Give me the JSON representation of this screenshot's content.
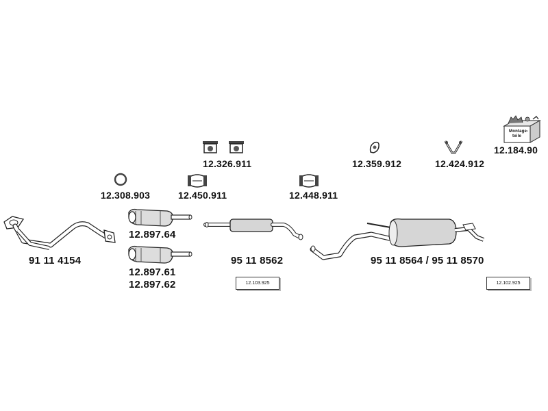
{
  "parts": {
    "front_pipe": "91 11 4154",
    "cat_a": "12.897.64",
    "cat_b": "12.897.61",
    "cat_c": "12.897.62",
    "middle_silencer": "95 11 8562",
    "rear_silencer": "95 11 8564 / 95 11 8570",
    "seal_ring": "12.308.903",
    "clamp_a": "12.450.911",
    "rubber_mounts": "12.326.911",
    "clamp_b": "12.448.911",
    "hanger": "12.359.912",
    "v_bracket": "12.424.912",
    "mounting_kit": "12.184.90"
  },
  "kits": {
    "kit_middle": "12.103.925",
    "kit_rear": "12.102.925"
  },
  "kit_box": {
    "label_line1": "Montage-",
    "label_line2": "teile"
  }
}
